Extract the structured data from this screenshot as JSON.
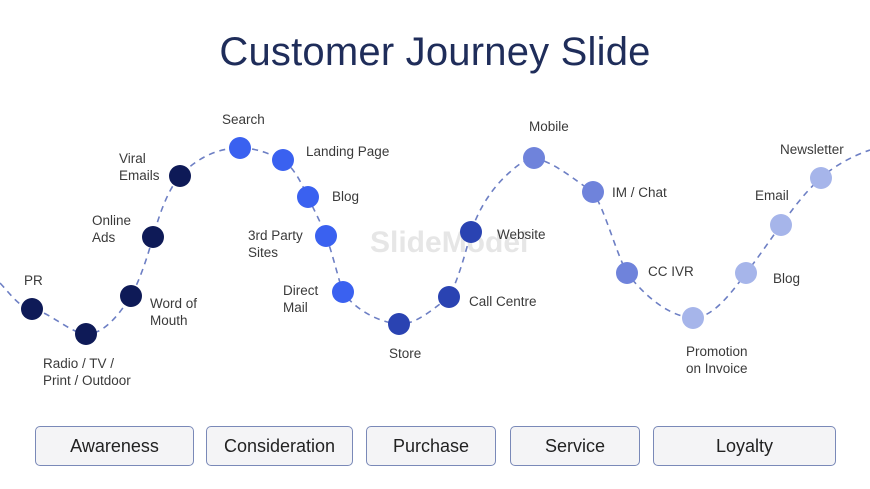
{
  "title": "Customer Journey Slide",
  "watermark": "SlideModel",
  "touchpoints": [
    {
      "lines": [
        "PR"
      ],
      "color": "#0e1a57"
    },
    {
      "lines": [
        "Radio / TV /",
        "Print / Outdoor"
      ],
      "color": "#0e1a57"
    },
    {
      "lines": [
        "Word of",
        "Mouth"
      ],
      "color": "#0e1a57"
    },
    {
      "lines": [
        "Online",
        "Ads"
      ],
      "color": "#0e1a57"
    },
    {
      "lines": [
        "Viral",
        "Emails"
      ],
      "color": "#0e1a57"
    },
    {
      "lines": [
        "Search"
      ],
      "color": "#3a61f0"
    },
    {
      "lines": [
        "Landing Page"
      ],
      "color": "#3a61f0"
    },
    {
      "lines": [
        "Blog"
      ],
      "color": "#3a61f0"
    },
    {
      "lines": [
        "3rd Party",
        "Sites"
      ],
      "color": "#3a61f0"
    },
    {
      "lines": [
        "Direct",
        "Mail"
      ],
      "color": "#3a61f0"
    },
    {
      "lines": [
        "Store"
      ],
      "color": "#2a43b2"
    },
    {
      "lines": [
        "Call Centre"
      ],
      "color": "#2a43b2"
    },
    {
      "lines": [
        "Website"
      ],
      "color": "#2a43b2"
    },
    {
      "lines": [
        "Mobile"
      ],
      "color": "#6f83db"
    },
    {
      "lines": [
        "IM / Chat"
      ],
      "color": "#6f83db"
    },
    {
      "lines": [
        "CC IVR"
      ],
      "color": "#6f83db"
    },
    {
      "lines": [
        "Promotion",
        "on Invoice"
      ],
      "color": "#a6b5ea"
    },
    {
      "lines": [
        "Blog"
      ],
      "color": "#a6b5ea"
    },
    {
      "lines": [
        "Email"
      ],
      "color": "#a6b5ea"
    },
    {
      "lines": [
        "Newsletter"
      ],
      "color": "#a6b5ea"
    }
  ],
  "stages": [
    "Awareness",
    "Consideration",
    "Purchase",
    "Service",
    "Loyalty"
  ]
}
